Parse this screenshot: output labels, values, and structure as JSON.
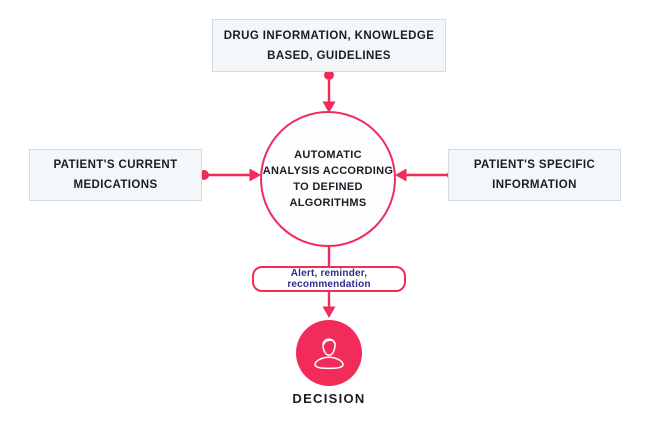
{
  "palette": {
    "accent": "#F22C5A",
    "box_bg": "#F4F7F9",
    "box_border": "#D5DBE2",
    "text_dark": "#1D1D21",
    "pill_text": "#2B3087",
    "icon_stroke": "#FFFFFF"
  },
  "diagram": {
    "nodes": {
      "drug_info": {
        "type": "rect",
        "lines": [
          "DRUG INFORMATION, KNOWLEDGE",
          "BASED, GUIDELINES"
        ]
      },
      "current_meds": {
        "type": "rect",
        "lines": [
          "PATIENT'S CURRENT",
          "MEDICATIONS"
        ]
      },
      "specific_info": {
        "type": "rect",
        "lines": [
          "PATIENT'S SPECIFIC",
          "INFORMATION"
        ]
      },
      "analysis": {
        "type": "circle",
        "lines": [
          "AUTOMATIC",
          "ANALYSIS ACCORDING",
          "TO DEFINED",
          "ALGORITHMS"
        ]
      },
      "output": {
        "type": "pill",
        "label": "Alert, reminder, recommendation"
      },
      "decision": {
        "type": "avatar",
        "icon": "person-icon",
        "label": "DECISION"
      }
    },
    "edges": [
      {
        "from": "drug_info",
        "to": "analysis",
        "direction": "down"
      },
      {
        "from": "current_meds",
        "to": "analysis",
        "direction": "right"
      },
      {
        "from": "specific_info",
        "to": "analysis",
        "direction": "left"
      },
      {
        "from": "analysis",
        "to": "output",
        "direction": "down"
      },
      {
        "from": "output",
        "to": "decision",
        "direction": "down"
      }
    ]
  }
}
